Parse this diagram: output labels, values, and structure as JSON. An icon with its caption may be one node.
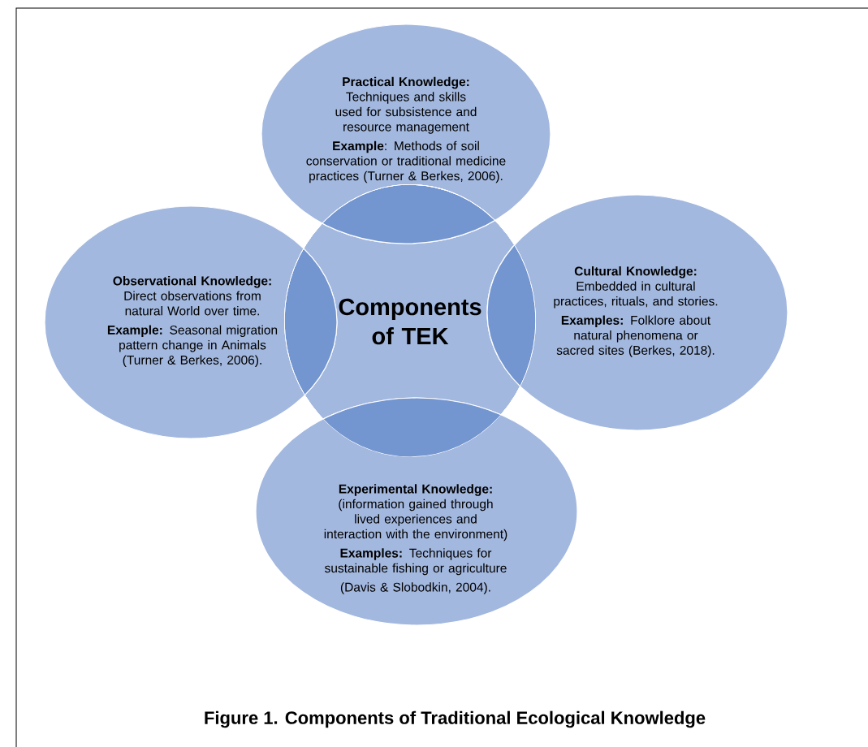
{
  "diagram": {
    "caption": "Figure 1. Components of Traditional Ecological Knowledge",
    "nodes": [
      {
        "text": [
          "Practical Knowledge:",
          "Techniques and skills used for subsistence and resource management",
          "**Example**: Methods of soil conservation or traditional medicine practices (Turner & Berkes, 2006)."
        ]
      },
      {
        "text": [
          "Observational Knowledge:",
          "Direct observations from natural World over time.",
          "**Example:** Seasonal migration pattern change in Animals (Turner & Berkes, 2006)."
        ]
      },
      {
        "text": [
          "Components of TEK"
        ]
      },
      {
        "text": [
          "Cultural Knowledge:",
          "Embedded in cultural practices, rituals, and stories.",
          "**Examples:** Folklore about natural phenomena or sacred sites (Berkes, 2018)."
        ]
      },
      {
        "text": [
          "Experimental Knowledge:",
          "(information gained through lived experiences and interaction with the environment)",
          "**Examples:** Techniques for sustainable fishing or agriculture",
          "(Davis & Slobodkin, 2004)."
        ]
      }
    ]
  }
}
